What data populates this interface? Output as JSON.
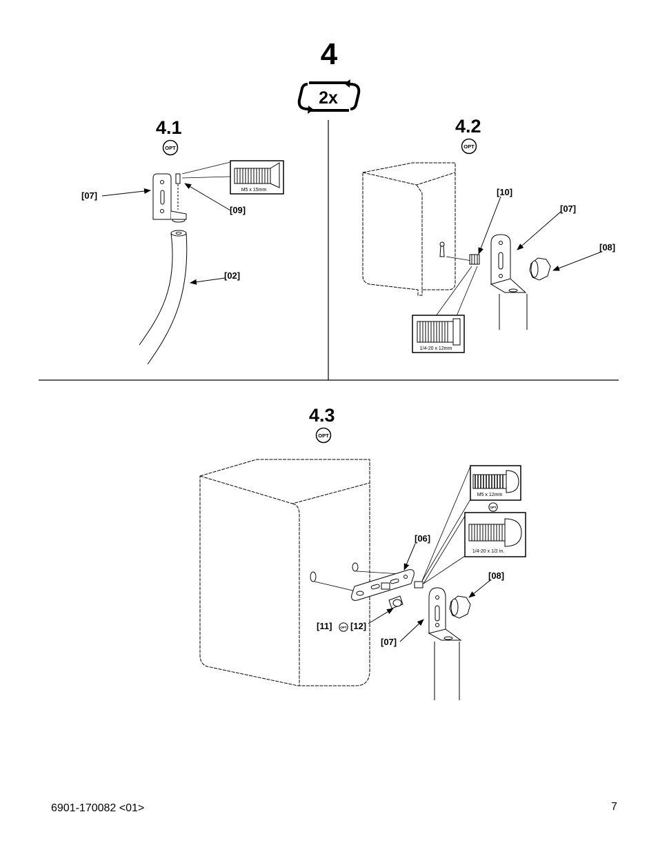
{
  "page": {
    "step_number": "4",
    "repeat_label": "2x",
    "document_code": "6901-170082 <01>",
    "page_number": "7"
  },
  "steps": {
    "s41": {
      "title": "4.1",
      "opt": "OPT"
    },
    "s42": {
      "title": "4.2",
      "opt": "OPT"
    },
    "s43": {
      "title": "4.3",
      "opt": "OPT"
    }
  },
  "parts": {
    "p02": "[02]",
    "p06": "[06]",
    "p07": "[07]",
    "p08": "[08]",
    "p09": "[09]",
    "p10": "[10]",
    "p11": "[11]",
    "p12": "[12]"
  },
  "hardware": {
    "m5x15": "M5 x 15mm",
    "quarter20x12": "1/4-20 x 12mm",
    "m5x12": "M5 x 12mm",
    "quarter20xhalf": "1/4-20 x 1/2 in."
  },
  "icons": {
    "repeat": "repeat-arrows-icon",
    "opt": "opt-badge-icon"
  }
}
